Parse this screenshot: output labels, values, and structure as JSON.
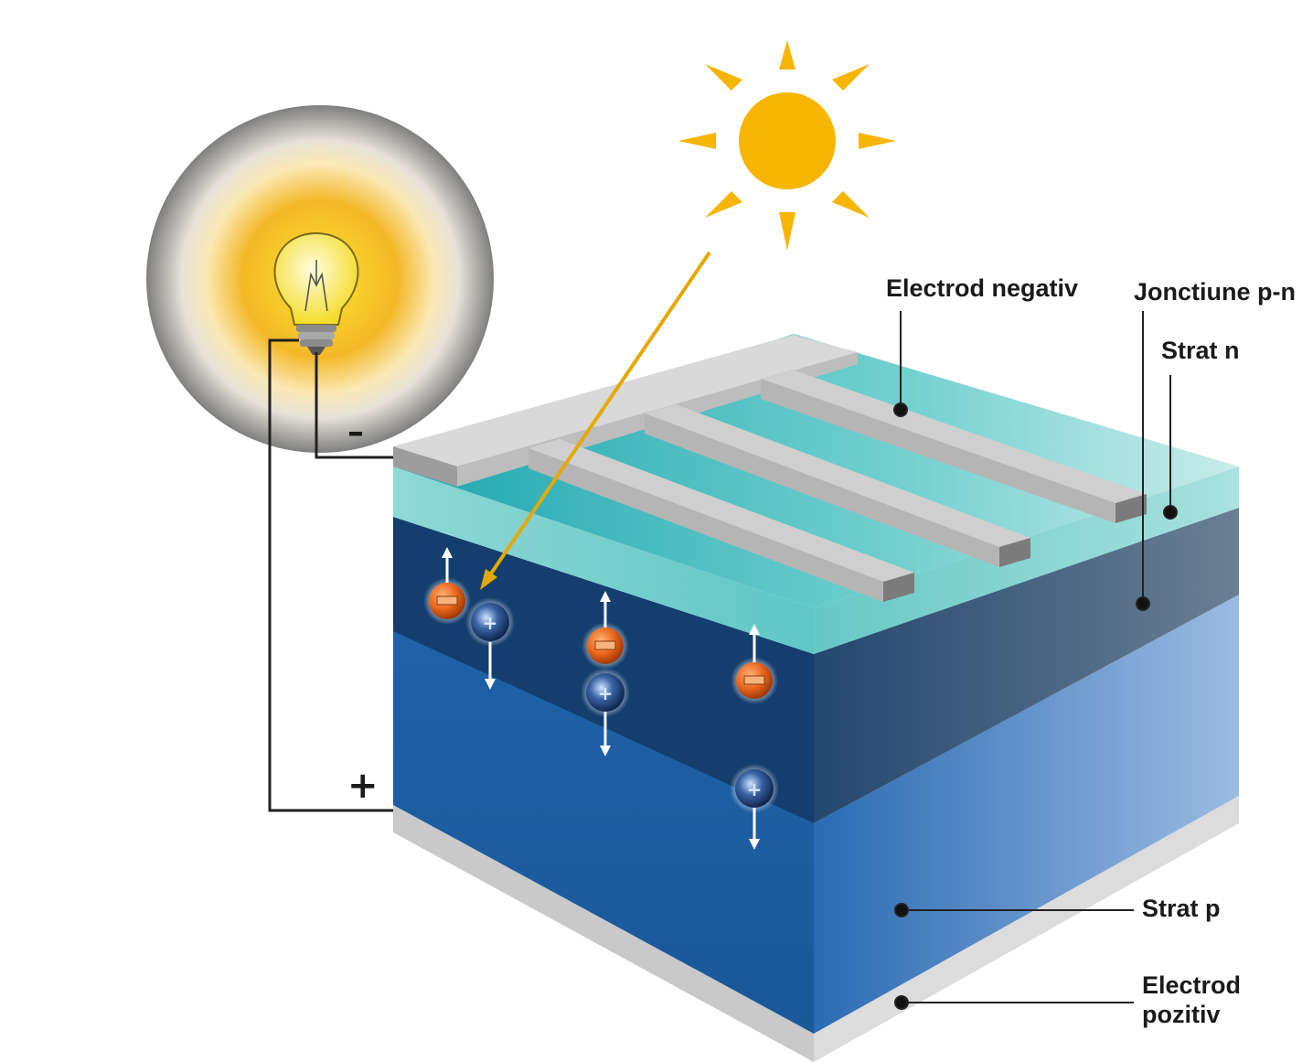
{
  "labels": {
    "electrod_negativ": "Electrod negativ",
    "jonctiune_pn": "Jonctiune p-n",
    "strat_n": "Strat n",
    "strat_p": "Strat p",
    "electrod_pozitiv_line1": "Electrod",
    "electrod_pozitiv_line2": "pozitiv"
  },
  "terminals": {
    "minus": "–",
    "plus": "+"
  },
  "colors": {
    "sun": "#f7b500",
    "bulb_glow": "#f5c000",
    "n_layer_top": "#5ec8c8",
    "junction": "#143e6e",
    "p_layer": "#1e63a8",
    "electrode": "#c9c9c9",
    "electron": "#e8641a",
    "hole": "#1c3f78",
    "wire": "#222222"
  },
  "icons": [
    "sun-icon",
    "light-bulb-icon",
    "electron-icon",
    "hole-icon"
  ]
}
